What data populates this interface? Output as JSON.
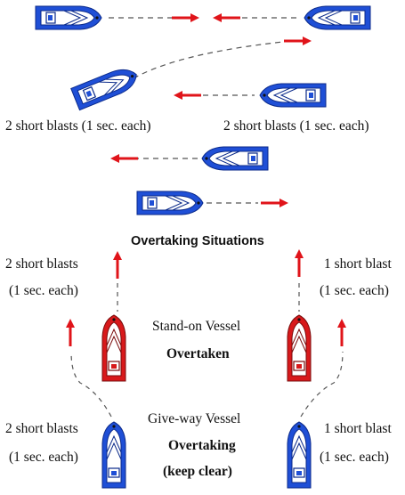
{
  "colors": {
    "blue_hull": "#1f4fd6",
    "red_hull": "#d8191b",
    "arrow": "#e0141a",
    "dashed": "#555555"
  },
  "crossing": {
    "left_label": "2 short blasts (1 sec. each)",
    "right_label": "2 short blasts (1 sec. each)"
  },
  "overtaking": {
    "title": "Overtaking Situations",
    "stand_on": "Stand-on Vessel",
    "overtaken": "Overtaken",
    "give_way": "Give-way Vessel",
    "overtaking_word": "Overtaking",
    "keep_clear": "(keep clear)",
    "left_upper_1": "2 short blasts",
    "left_upper_2": "(1 sec. each)",
    "right_upper_1": "1 short blast",
    "right_upper_2": "(1 sec. each)",
    "left_lower_1": "2 short blasts",
    "left_lower_2": "(1 sec. each)",
    "right_lower_1": "1 short blast",
    "right_lower_2": "(1 sec. each)"
  },
  "icons": [
    "boat-icon",
    "arrow-icon",
    "dashed-course-line"
  ]
}
